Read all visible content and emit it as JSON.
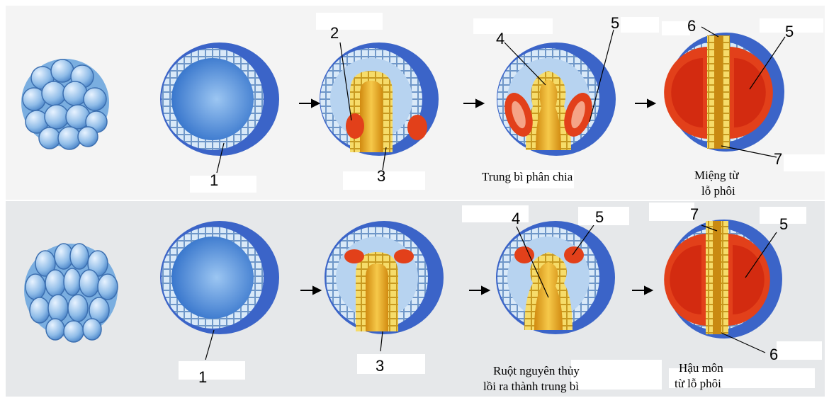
{
  "rows": [
    {
      "id": "top",
      "labels": {
        "n1": "1",
        "n2": "2",
        "n3": "3",
        "n4": "4",
        "n5a": "5",
        "n5b": "5",
        "n6": "6",
        "n7": "7"
      },
      "caption_stage4": "Trung bì phân chia",
      "caption_stage5_line1": "Miệng từ",
      "caption_stage5_line2": "lỗ phôi"
    },
    {
      "id": "bottom",
      "labels": {
        "n1": "1",
        "n3": "3",
        "n4": "4",
        "n5a": "5",
        "n5b": "5",
        "n6": "6",
        "n7": "7"
      },
      "caption_stage4_line1": "Ruột nguyên thủy",
      "caption_stage4_line2": "lồi ra thành trung bì",
      "caption_stage5_line1": "Hậu môn",
      "caption_stage5_line2": "từ lỗ phôi"
    }
  ],
  "colors": {
    "blastocoel": "#5b9be0",
    "ectoderm_wall": "#cfe3f6",
    "outer_shadow": "#3a62c8",
    "endoderm": "#f0c23c",
    "archenteron": "#e7a81a",
    "mesoderm": "#e2401a"
  }
}
